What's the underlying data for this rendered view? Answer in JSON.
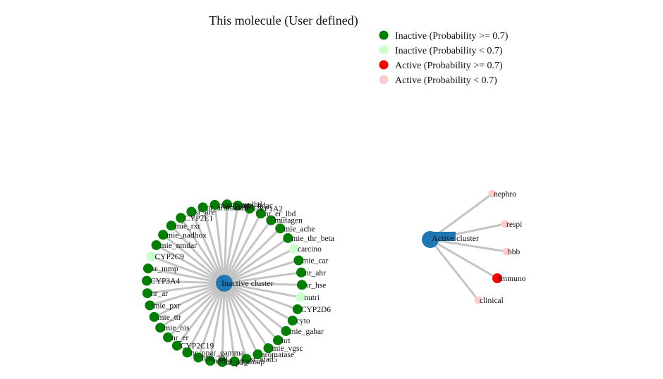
{
  "title": "This molecule (User defined)",
  "colors": {
    "inactive_high": "#007f00",
    "inactive_low": "#ccffcc",
    "active_high": "#ff0000",
    "active_low": "#ffcccc",
    "hub": "#1f77b4",
    "edge": "#c4c4c4"
  },
  "legend": [
    {
      "label": "Inactive (Probability >= 0.7)",
      "key": "inactive_high"
    },
    {
      "label": "Inactive (Probability < 0.7)",
      "key": "inactive_low"
    },
    {
      "label": "Active (Probability >= 0.7)",
      "key": "active_high"
    },
    {
      "label": "Active (Probability < 0.7)",
      "key": "active_low"
    }
  ],
  "clusters": [
    {
      "name": "Inactive cluster",
      "nodes": [
        {
          "label": "mie_hdac",
          "key": "inactive_high"
        },
        {
          "label": "CYP1A2",
          "key": "inactive_high"
        },
        {
          "label": "nr_er_lbd",
          "key": "inactive_high"
        },
        {
          "label": "mutagen",
          "key": "inactive_high"
        },
        {
          "label": "mie_ache",
          "key": "inactive_high"
        },
        {
          "label": "mie_thr_beta",
          "key": "inactive_high"
        },
        {
          "label": "carcino",
          "key": "inactive_low"
        },
        {
          "label": "mie_car",
          "key": "inactive_high"
        },
        {
          "label": "nr_ahr",
          "key": "inactive_high"
        },
        {
          "label": "sr_hse",
          "key": "inactive_high"
        },
        {
          "label": "nutri",
          "key": "inactive_low"
        },
        {
          "label": "CYP2D6",
          "key": "inactive_high"
        },
        {
          "label": "cyto",
          "key": "inactive_high"
        },
        {
          "label": "mie_gabar",
          "key": "inactive_high"
        },
        {
          "label": "hrt",
          "key": "inactive_high"
        },
        {
          "label": "mie_vgsc",
          "key": "inactive_high"
        },
        {
          "label": "aromatase",
          "key": "inactive_high"
        },
        {
          "label": "sr_atad5",
          "key": "inactive_high"
        },
        {
          "label": "sr_mmp",
          "key": "inactive_high"
        },
        {
          "label": "sr_p53",
          "key": "inactive_high"
        },
        {
          "label": "neuro",
          "key": "inactive_high"
        },
        {
          "label": "mie_kar",
          "key": "inactive_high"
        },
        {
          "label": "nr_ppar_gamma",
          "key": "inactive_high"
        },
        {
          "label": "CYP2C19",
          "key": "inactive_high"
        },
        {
          "label": "nr_er",
          "key": "inactive_high"
        },
        {
          "label": "mie_nis",
          "key": "inactive_high"
        },
        {
          "label": "mie_ttr",
          "key": "inactive_high"
        },
        {
          "label": "mie_pxr",
          "key": "inactive_high"
        },
        {
          "label": "nr_ar",
          "key": "inactive_high"
        },
        {
          "label": "CYP3A4",
          "key": "inactive_high"
        },
        {
          "label": "sr_mmp",
          "key": "inactive_high"
        },
        {
          "label": "CYP2C9",
          "key": "inactive_low"
        },
        {
          "label": "mie_nmdar",
          "key": "inactive_high"
        },
        {
          "label": "mie_nadhox",
          "key": "inactive_high"
        },
        {
          "label": "mie_rxr",
          "key": "inactive_high"
        },
        {
          "label": "CYP2E1",
          "key": "inactive_high"
        },
        {
          "label": "sr_are",
          "key": "inactive_high"
        },
        {
          "label": "nr_aromatase",
          "key": "inactive_high"
        },
        {
          "label": "mie_ppar",
          "key": "inactive_high"
        },
        {
          "label": "nr_ar_lbd",
          "key": "inactive_high"
        }
      ]
    },
    {
      "name": "Active cluster",
      "nodes": [
        {
          "label": "nephro",
          "key": "active_low"
        },
        {
          "label": "respi",
          "key": "active_low"
        },
        {
          "label": "bbb",
          "key": "active_low"
        },
        {
          "label": "immuno",
          "key": "active_high"
        },
        {
          "label": "clinical",
          "key": "active_low"
        }
      ]
    }
  ]
}
